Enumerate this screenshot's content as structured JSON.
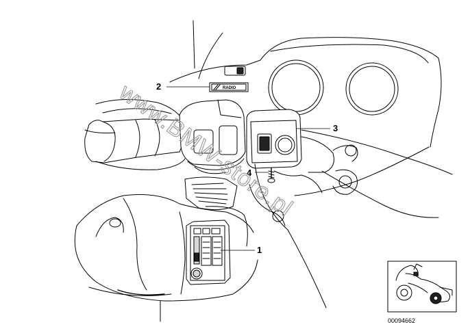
{
  "diagram": {
    "callouts": [
      {
        "id": "1",
        "label": "1"
      },
      {
        "id": "2",
        "label": "2"
      },
      {
        "id": "3",
        "label": "3"
      },
      {
        "id": "4",
        "label": "4"
      }
    ],
    "radio_switch_text": "RADIO",
    "watermark": "www.BMW-store.pl",
    "inset_part_number": "00094662"
  },
  "colors": {
    "line": "#000000",
    "background": "#ffffff",
    "watermark": "#9a9a9a"
  }
}
